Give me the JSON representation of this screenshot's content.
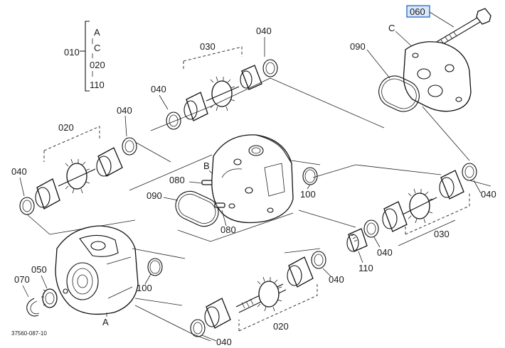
{
  "labels": {
    "p060": "060",
    "p090_top": "090",
    "pC": "C",
    "p040_top": "040",
    "p030_top": "030",
    "p040_topleft": "040",
    "p010": "010",
    "pA_list": "A",
    "pC_list": "C",
    "p020_list": "020",
    "p110_list": "110",
    "p040_left_upper": "040",
    "p020_left": "020",
    "p040_left": "040",
    "pB": "B",
    "p080_upper": "080",
    "p090_mid": "090",
    "p080_lower": "080",
    "p100_right": "100",
    "p040_right": "040",
    "p030_right": "030",
    "p110_right": "110",
    "p040_mid": "040",
    "p050": "050",
    "p070": "070",
    "p100_left": "100",
    "pA_bottom": "A",
    "p040_bottom_right": "040",
    "p020_bottom": "020",
    "p040_bottom": "040"
  },
  "figure_code": "37560-087-10",
  "highlighted_part": "060",
  "colors": {
    "line": "#111111",
    "highlight": "#2c6fd1",
    "highlight_fill": "#dbe8fb"
  }
}
